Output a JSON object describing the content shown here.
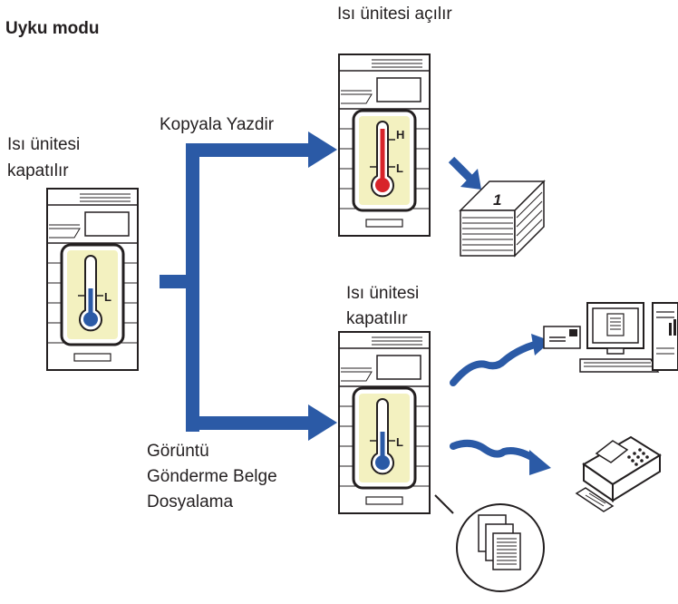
{
  "title": "Uyku modu",
  "left_status": [
    "Isı ünitesi",
    "kapatılır"
  ],
  "top_status": "Isı ünitesi açılır",
  "mid_status": [
    "Isı ünitesi",
    "kapatılır"
  ],
  "branch_top_label": "Kopyala Yazdir",
  "branch_bottom_label": [
    "Görüntü",
    "Gönderme Belge",
    "Dosyalama"
  ],
  "thermo_high": "H",
  "thermo_low": "L",
  "page_number": "1",
  "colors": {
    "arrow": "#2b5aa6",
    "hot": "#d8242a",
    "cold": "#2b5aa6",
    "panel": "#f3f1c0",
    "outline": "#231f20"
  },
  "icons": [
    "printer-off-icon",
    "printer-on-icon",
    "printer-off-icon",
    "paper-stack-icon",
    "computer-icon",
    "envelope-icon",
    "fax-icon",
    "documents-icon"
  ]
}
